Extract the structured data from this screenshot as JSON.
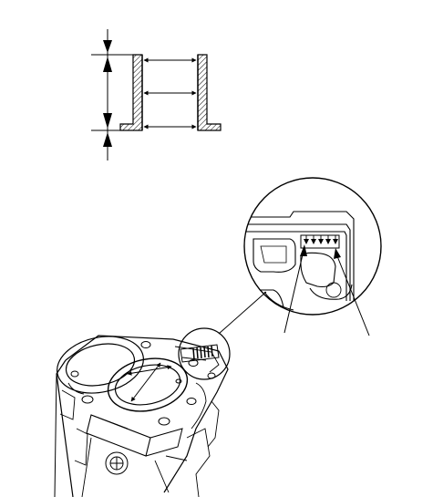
{
  "figure": {
    "type": "technical-line-drawing",
    "ink_color": "#000000",
    "background": "#ffffff",
    "views": [
      "cylinder-bore-cross-section",
      "engine-block-isometric",
      "detail-magnifier-bore-grade-marks"
    ]
  }
}
